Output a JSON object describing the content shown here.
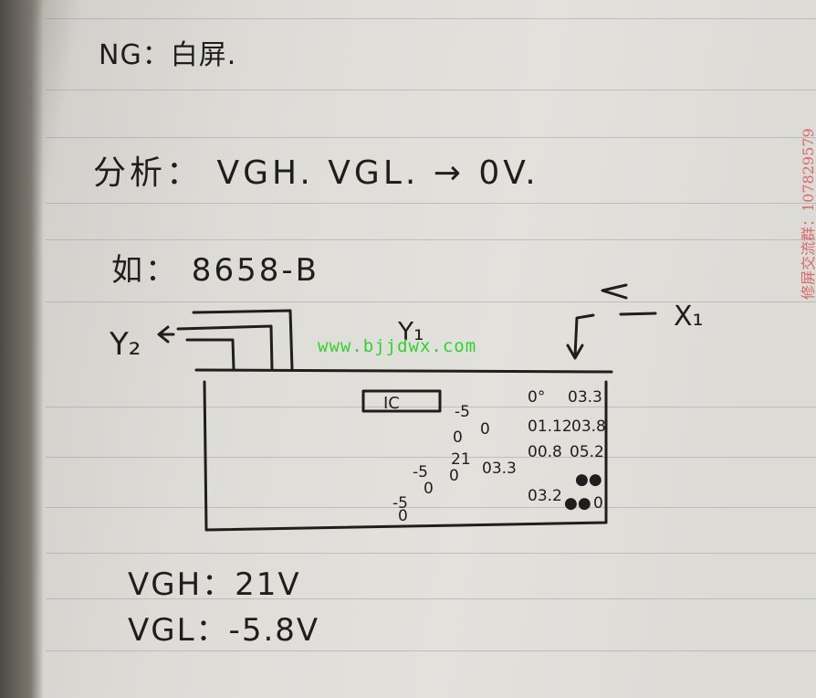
{
  "notes": {
    "ng": "NG：白屏.",
    "analysis": "分析： VGH. VGL. → 0V.",
    "model": "如： 8658-B",
    "vgh": "VGH：21V",
    "vgl": "VGL：-5.8V"
  },
  "diagram": {
    "labels": {
      "y2": "Y₂",
      "y1": "Y₁",
      "x1": "X₁",
      "ic": "IC"
    },
    "readings": {
      "r1": "-5",
      "r2": "0°",
      "r3": "03.3",
      "r4": "0",
      "r5": "0",
      "r6": "01.12",
      "r7": "03.8",
      "r8": "-5",
      "r9": "21",
      "r10": "03.3",
      "r11": "00.8",
      "r12": "05.2",
      "r13": "0",
      "r14": "0",
      "r15": "●●",
      "r16": "-5",
      "r17": "0",
      "r18": "03.2",
      "r19": "●●",
      "r20": "0"
    }
  },
  "watermarks": {
    "url": "www.bjjdwx.com",
    "side": "修屏交流群：107829579"
  }
}
